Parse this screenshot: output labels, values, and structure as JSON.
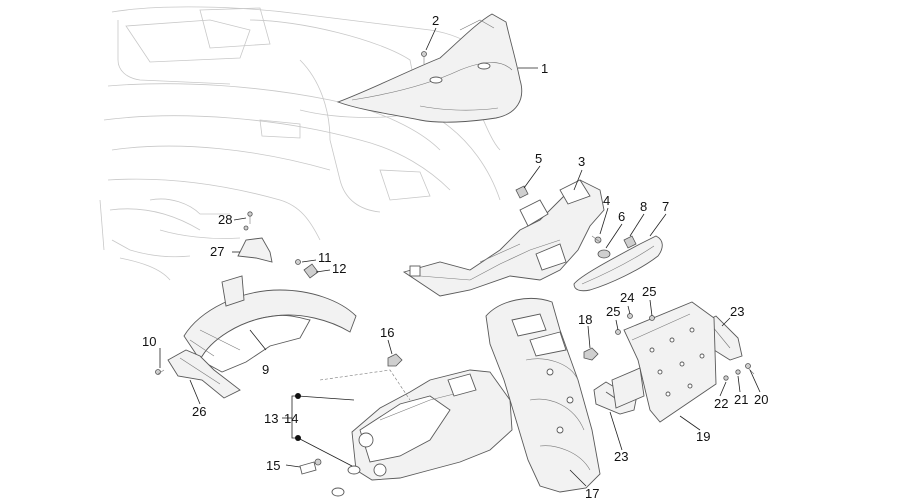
{
  "callouts": [
    {
      "id": "c1",
      "text": "1"
    },
    {
      "id": "c2",
      "text": "2"
    },
    {
      "id": "c3",
      "text": "3"
    },
    {
      "id": "c4",
      "text": "4"
    },
    {
      "id": "c5",
      "text": "5"
    },
    {
      "id": "c6",
      "text": "6"
    },
    {
      "id": "c7",
      "text": "7"
    },
    {
      "id": "c8",
      "text": "8"
    },
    {
      "id": "c9",
      "text": "9"
    },
    {
      "id": "c10",
      "text": "10"
    },
    {
      "id": "c11",
      "text": "11"
    },
    {
      "id": "c12",
      "text": "12"
    },
    {
      "id": "c13",
      "text": "13"
    },
    {
      "id": "c14",
      "text": "14"
    },
    {
      "id": "c15",
      "text": "15"
    },
    {
      "id": "c16",
      "text": "16"
    },
    {
      "id": "c17",
      "text": "17"
    },
    {
      "id": "c18",
      "text": "18"
    },
    {
      "id": "c19",
      "text": "19"
    },
    {
      "id": "c20",
      "text": "20"
    },
    {
      "id": "c21",
      "text": "21"
    },
    {
      "id": "c22",
      "text": "22"
    },
    {
      "id": "c23a",
      "text": "23"
    },
    {
      "id": "c23b",
      "text": "23"
    },
    {
      "id": "c24",
      "text": "24"
    },
    {
      "id": "c25a",
      "text": "25"
    },
    {
      "id": "c25b",
      "text": "25"
    },
    {
      "id": "c26",
      "text": "26"
    },
    {
      "id": "c27",
      "text": "27"
    },
    {
      "id": "c28",
      "text": "28"
    }
  ]
}
